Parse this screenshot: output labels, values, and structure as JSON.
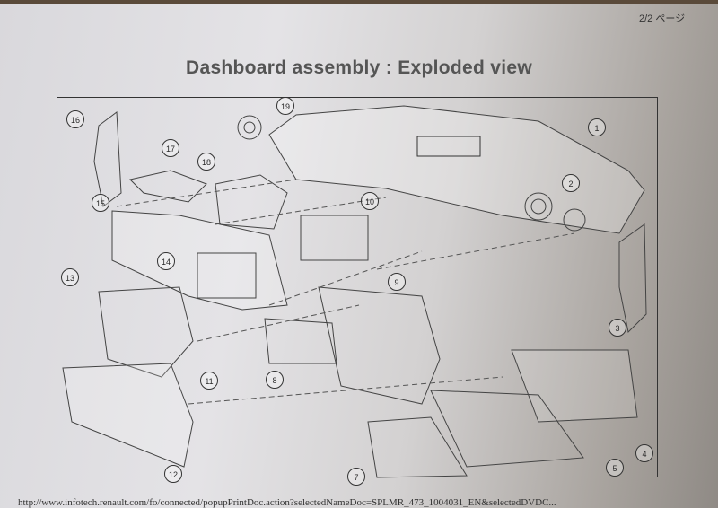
{
  "page_indicator": "2/2 ページ",
  "title": "Dashboard assembly : Exploded view",
  "callouts": [
    "1",
    "2",
    "3",
    "4",
    "5",
    "7",
    "8",
    "9",
    "10",
    "11",
    "12",
    "13",
    "14",
    "15",
    "16",
    "17",
    "18",
    "19"
  ],
  "footer_url": "http://www.infotech.renault.com/fo/connected/popupPrintDoc.action?selectedNameDoc=SPLMR_473_1004031_EN&selectedDVDC..."
}
